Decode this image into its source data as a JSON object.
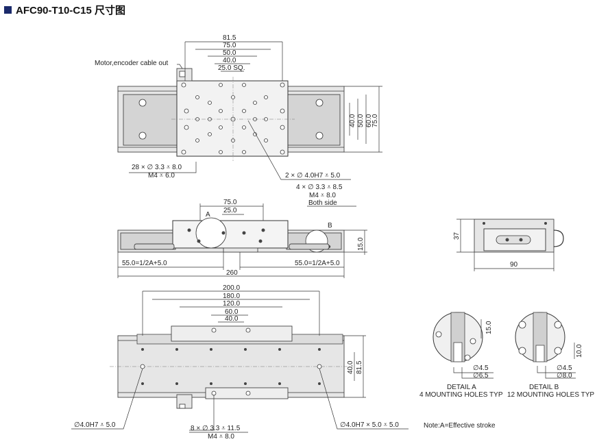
{
  "title": "AFC90-T10-C15 尺寸图",
  "top_view": {
    "dims_h": [
      "81.5",
      "75.0",
      "50.0",
      "40.0",
      "25.0 SQ."
    ],
    "dims_v": [
      "40.0",
      "50.0",
      "60.0",
      "75.0"
    ],
    "cable_label": "Motor,encoder cable out",
    "holes_note_1": "28 × ∅ 3.3 ⩡ 8.0",
    "holes_note_2": "M4 ⩡ 6.0",
    "pin_note": "2 × ∅ 4.0H7 ⩡ 5.0",
    "side_note_1": "4 × ∅ 3.3 ⩡ 8.5",
    "side_note_2": "M4 ⩡ 8.0",
    "side_note_3": "Both side"
  },
  "front_view": {
    "dim_top_1": "75.0",
    "dim_top_2": "25.0",
    "label_a": "A",
    "label_b": "B",
    "dim_left": "55.0=1/2A+5.0",
    "dim_right": "55.0=1/2A+5.0",
    "dim_total": "260",
    "dim_height": "15.0"
  },
  "end_view": {
    "dim_height": "37",
    "dim_width": "90"
  },
  "bottom_view": {
    "dims_h": [
      "200.0",
      "180.0",
      "120.0",
      "60.0",
      "40.0"
    ],
    "dims_v": [
      "40.0",
      "81.5"
    ],
    "pin_left": "∅4.0H7 ⩡ 5.0",
    "pin_right": "∅4.0H7 × 5.0 ⩡ 5.0",
    "holes_note_1": "8 × ∅ 3.3 ⩡ 11.5",
    "holes_note_2": "M4 ⩡ 8.0"
  },
  "detail_a": {
    "dim_v": "15.0",
    "d1": "∅4.5",
    "d2": "∅6.5",
    "title": "DETAIL A",
    "caption": "4 MOUNTING HOLES TYP"
  },
  "detail_b": {
    "dim_v": "10.0",
    "d1": "∅4.5",
    "d2": "∅8.0",
    "title": "DETAIL B",
    "caption": "12 MOUNTING HOLES TYP"
  },
  "note": "Note:A=Effective stroke"
}
